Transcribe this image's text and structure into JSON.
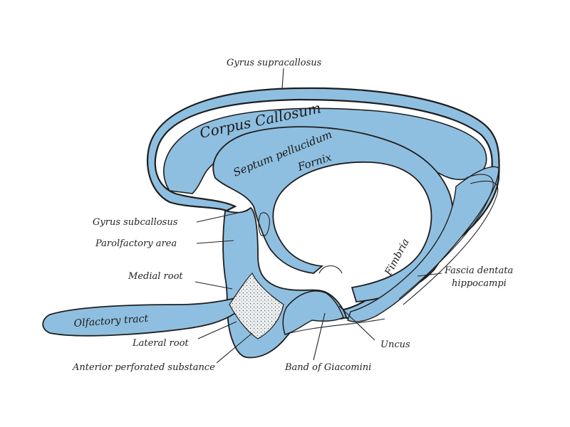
{
  "colors": {
    "structure_fill": "#8fbfe0",
    "outline": "#1e1e1e",
    "background": "#ffffff",
    "stipple": "#e8ecef"
  },
  "labels": {
    "gyrus_supracallosus": "Gyrus supracallosus",
    "gyrus_subcallosus": "Gyrus subcallosus",
    "parolfactory_area": "Parolfactory area",
    "medial_root": "Medial root",
    "lateral_root": "Lateral root",
    "anterior_perforated_substance": "Anterior perforated substance",
    "band_of_giacomini": "Band of Giacomini",
    "uncus": "Uncus",
    "fascia_dentata_line1": "Fascia dentata",
    "fascia_dentata_line2": "hippocampi"
  },
  "region_names": {
    "corpus_callosum": "Corpus Callosum",
    "septum_pellucidum": "Septum pellucidum",
    "fornix": "Fornix",
    "fimbria": "Fimbria",
    "olfactory_tract": "Olfactory tract"
  }
}
